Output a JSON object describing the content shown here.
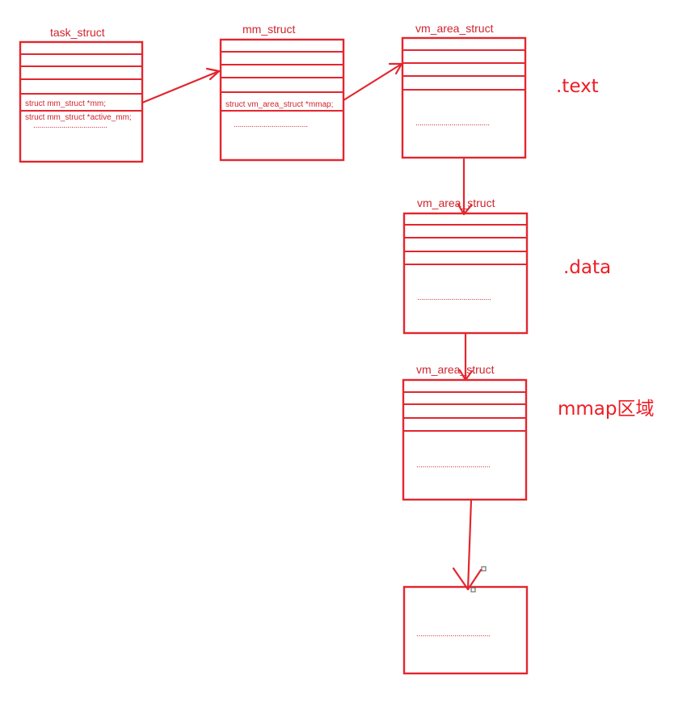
{
  "colors": {
    "stroke": "#e3262f",
    "text": "#d0242d",
    "label": "#ee1c24"
  },
  "task_struct": {
    "title": "task_struct",
    "field_mm": "struct mm_struct *mm;",
    "field_active_mm": "struct mm_struct *active_mm;",
    "ellipsis": "....................................."
  },
  "mm_struct": {
    "title": "mm_struct",
    "field_mmap": "struct vm_area_struct *mmap;",
    "ellipsis": "....................................."
  },
  "vma_1": {
    "title": "vm_area_struct",
    "ellipsis": "....................................."
  },
  "vma_2": {
    "title": "vm_area_struct",
    "ellipsis": "....................................."
  },
  "vma_3": {
    "title": "vm_area_struct",
    "ellipsis": "....................................."
  },
  "vma_4": {
    "ellipsis": "....................................."
  },
  "segments": {
    "text": ".text",
    "data": ".data",
    "mmap": "mmap区域"
  }
}
